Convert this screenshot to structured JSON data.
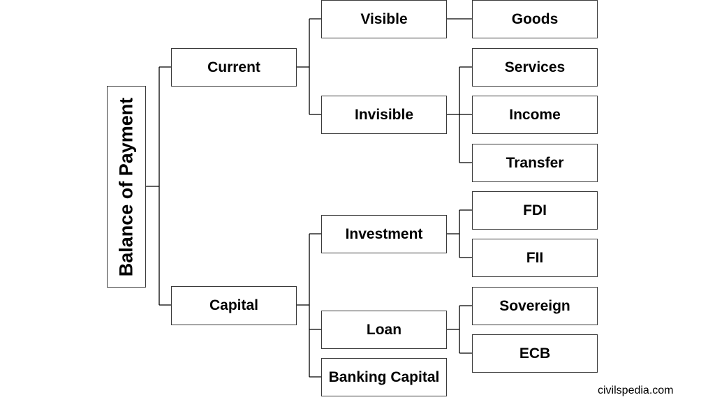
{
  "diagram": {
    "root": "Balance of Payment",
    "current": {
      "label": "Current",
      "visible": {
        "label": "Visible",
        "children": [
          "Goods"
        ]
      },
      "invisible": {
        "label": "Invisible",
        "children": [
          "Services",
          "Income",
          "Transfer"
        ]
      }
    },
    "capital": {
      "label": "Capital",
      "investment": {
        "label": "Investment",
        "children": [
          "FDI",
          "FII"
        ]
      },
      "loan": {
        "label": "Loan",
        "children": [
          "Sovereign",
          "ECB"
        ]
      },
      "banking_capital": {
        "label": "Banking Capital"
      }
    }
  },
  "footer": {
    "source": "civilspedia.com"
  },
  "colors": {
    "border": "#3a3a3a",
    "line": "#000000",
    "background": "#ffffff"
  }
}
